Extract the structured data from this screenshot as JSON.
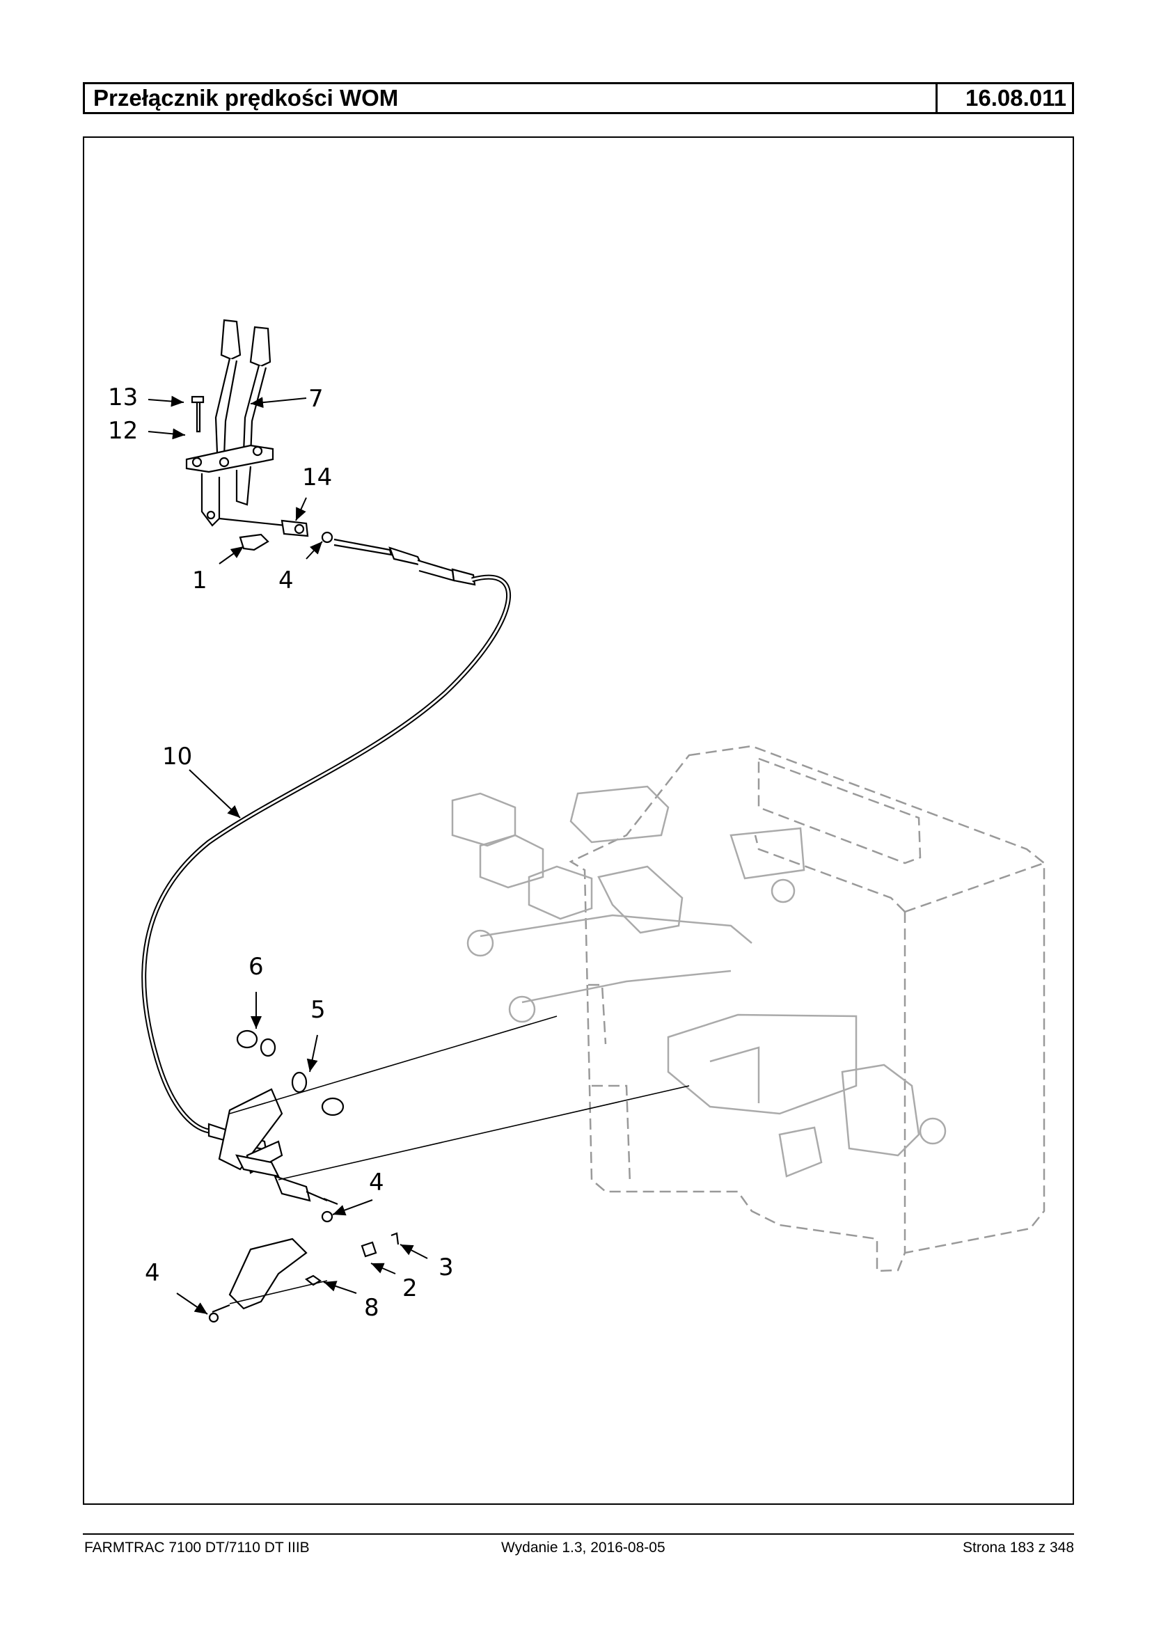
{
  "header": {
    "title": "Przełącznik prędkości WOM",
    "code": "16.08.011"
  },
  "diagram": {
    "callouts": [
      "13",
      "12",
      "7",
      "14",
      "1",
      "4",
      "10",
      "6",
      "5",
      "4",
      "3",
      "2",
      "4",
      "8"
    ]
  },
  "footer": {
    "model": "FARMTRAC 7100 DT/7110 DT IIIB",
    "edition": "Wydanie 1.3,  2016-08-05",
    "page": "Strona 183 z 348"
  }
}
